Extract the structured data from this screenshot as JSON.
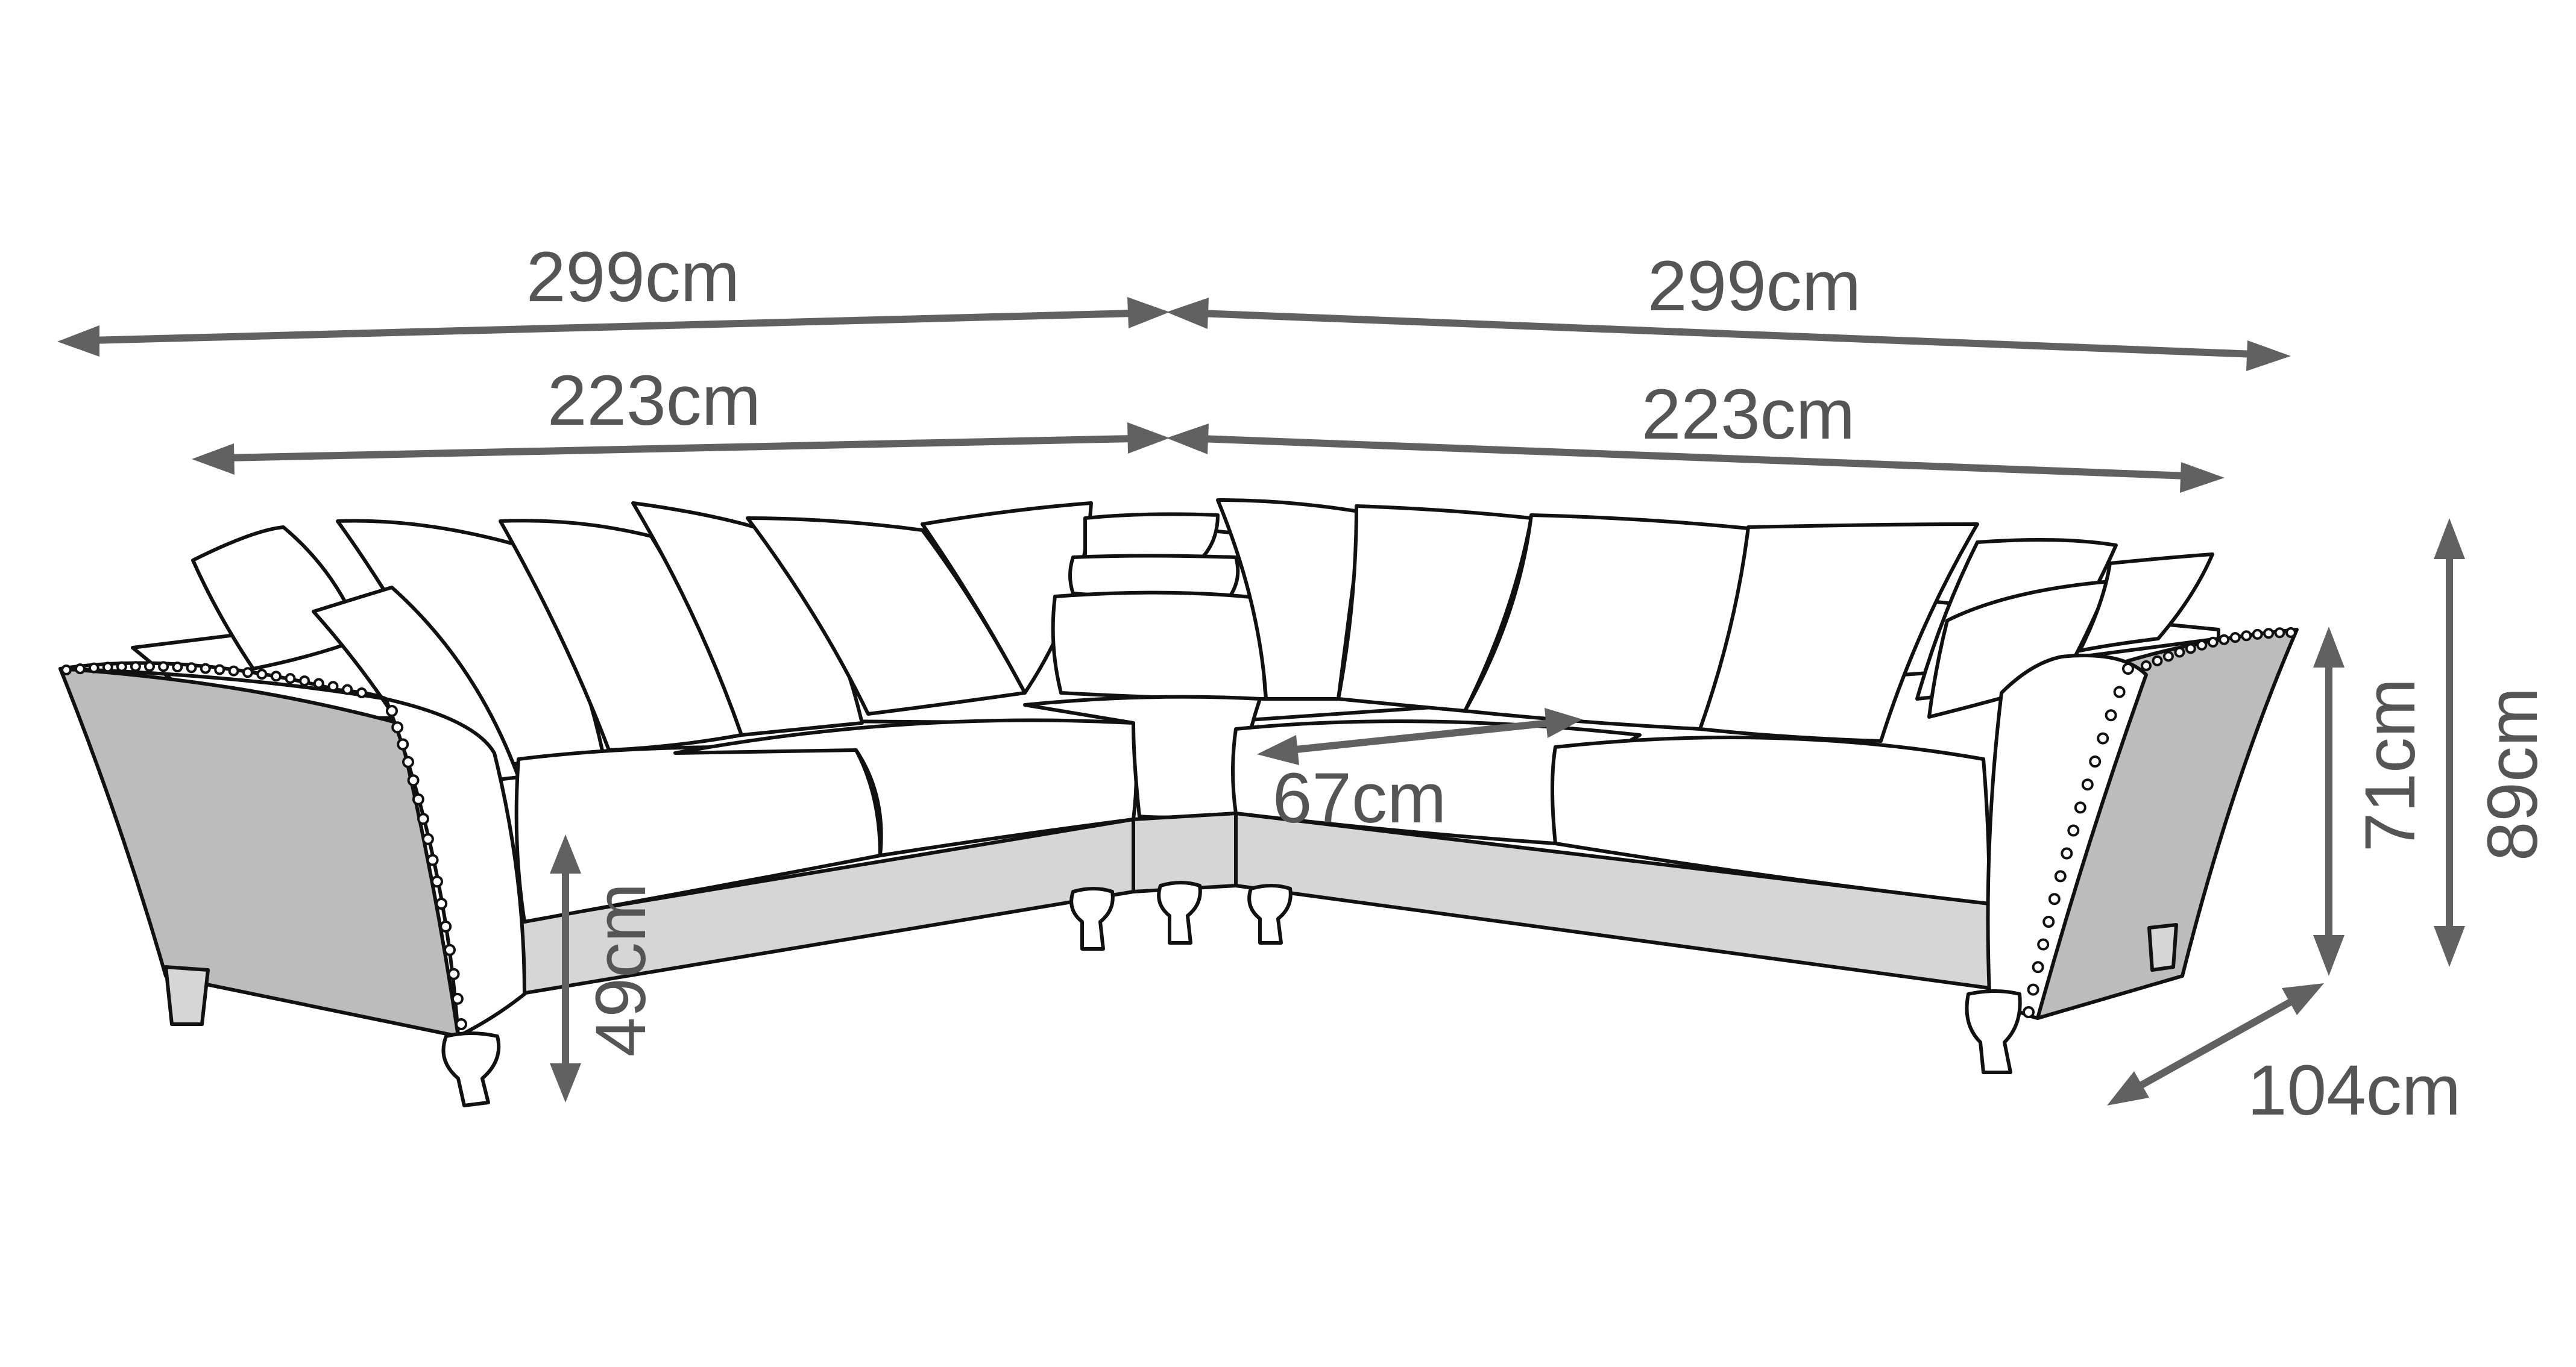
{
  "diagram": {
    "colors": {
      "outline": "#111111",
      "dimension": "#616161",
      "label": "#555555",
      "fabric": "#ffffff",
      "shade": "#d6d6d6"
    },
    "dimensions": {
      "left_overall_width": "299cm",
      "right_overall_width": "299cm",
      "left_seat_width": "223cm",
      "right_seat_width": "223cm",
      "seat_depth": "67cm",
      "seat_height": "49cm",
      "arm_height": "71cm",
      "overall_height": "89cm",
      "overall_depth": "104cm"
    }
  }
}
